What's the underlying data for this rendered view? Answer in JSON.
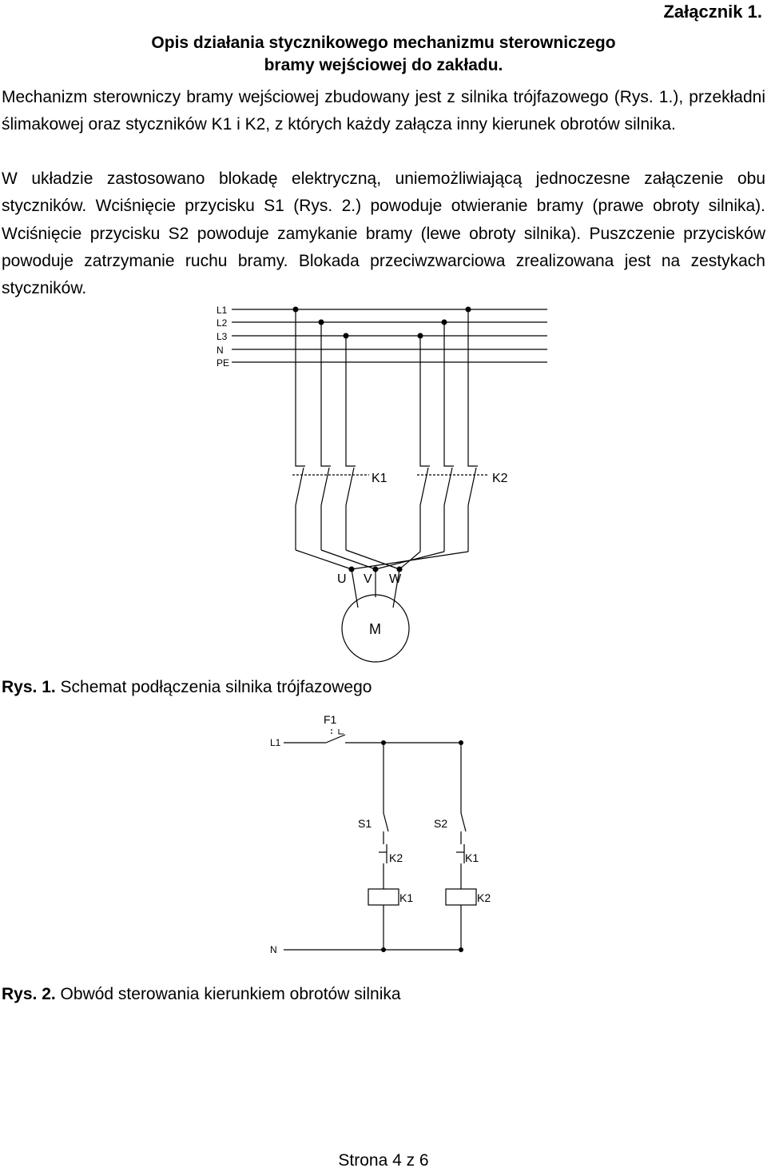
{
  "header": {
    "attachment": "Załącznik 1."
  },
  "title": {
    "line1": "Opis działania stycznikowego mechanizmu sterowniczego",
    "line2": "bramy wejściowej do zakładu."
  },
  "body": {
    "p1": "Mechanizm sterowniczy bramy wejściowej zbudowany jest z silnika trójfazowego (Rys. 1.), przekładni ślimakowej oraz styczników K1 i K2, z których każdy załącza inny kierunek obrotów silnika.",
    "p2": "W układzie zastosowano blokadę elektryczną, uniemożliwiającą jednoczesne załączenie obu styczników. Wciśnięcie przycisku S1 (Rys. 2.) powoduje otwieranie bramy (prawe obroty silnika). Wciśnięcie przycisku S2 powoduje zamykanie bramy (lewe obroty silnika). Puszczenie przycisków powoduje zatrzymanie ruchu bramy. Blokada przeciwzwarciowa zrealizowana jest na zestykach styczników."
  },
  "figure1": {
    "buses": [
      "L1",
      "L2",
      "L3",
      "N",
      "PE"
    ],
    "contactor_labels": [
      "K1",
      "K2"
    ],
    "terminals": [
      "U",
      "V",
      "W"
    ],
    "motor": "M",
    "caption_bold": "Rys. 1.",
    "caption_text": " Schemat podłączenia silnika trójfazowego"
  },
  "figure2": {
    "line": "L1",
    "fuse": "F1",
    "buttons": [
      "S1",
      "S2"
    ],
    "interlocks": [
      "K2",
      "K1"
    ],
    "coils": [
      "K1",
      "K2"
    ],
    "neutral": "N",
    "caption_bold": "Rys. 2.",
    "caption_text": " Obwód sterowania kierunkiem obrotów silnika"
  },
  "footer": {
    "page": "Strona 4 z 6"
  }
}
